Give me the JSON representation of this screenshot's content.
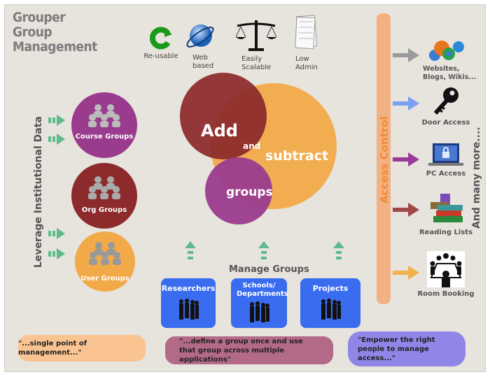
{
  "title": {
    "line1": "Grouper",
    "line2": "Group",
    "line3": "Management"
  },
  "features": [
    {
      "icon": "recycle-icon",
      "label1": "Re-usable",
      "label2": ""
    },
    {
      "icon": "globe-icon",
      "label1": "Web",
      "label2": "based"
    },
    {
      "icon": "scale-icon",
      "label1": "Easily",
      "label2": "Scalable"
    },
    {
      "icon": "papers-icon",
      "label1": "Low",
      "label2": "Admin"
    }
  ],
  "venn": {
    "add": "Add",
    "and": "and",
    "subtract": "subtract",
    "groups": "groups"
  },
  "left": {
    "vertical_label": "Leverage Institutional Data",
    "groups": [
      "Course Groups",
      "Org Groups",
      "User Groups"
    ]
  },
  "manage": {
    "label": "Manage Groups",
    "boxes": [
      "Researchers",
      "Schools/ Departments",
      "Projects"
    ]
  },
  "access": {
    "label": "Access Control",
    "more": "And many more....",
    "items": [
      "Websites, Blogs, Wikis...",
      "Door Access",
      "PC Access",
      "Reading Lists",
      "Room Booking"
    ]
  },
  "quotes": [
    "\"...single point of management...\"",
    "\"...define a group once and use that group across multiple applications\"",
    "\"Empower the right people to manage access...\""
  ],
  "colors": {
    "background": "#e7e3dd",
    "purple": "#9a3b8e",
    "darkred": "#8c2a2c",
    "orange": "#f2aa48",
    "blue": "#3a6cf0",
    "access_bar": "#f2b183",
    "green": "#5fba8c"
  }
}
